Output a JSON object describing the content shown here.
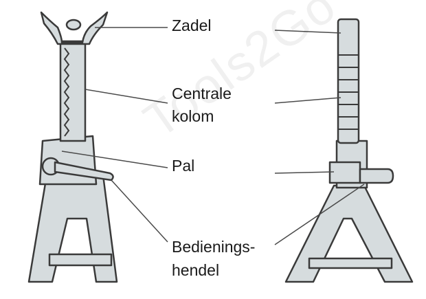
{
  "labels": {
    "zadel": "Zadel",
    "centrale_line1": "Centrale",
    "centrale_line2": "kolom",
    "pal": "Pal",
    "bediening_line1": "Bedienings-",
    "bediening_line2": "hendel"
  },
  "watermark": "Tools2Go",
  "colors": {
    "fill": "#d6dcde",
    "outline": "#3a3a3a",
    "leader": "#4a4a4a"
  }
}
